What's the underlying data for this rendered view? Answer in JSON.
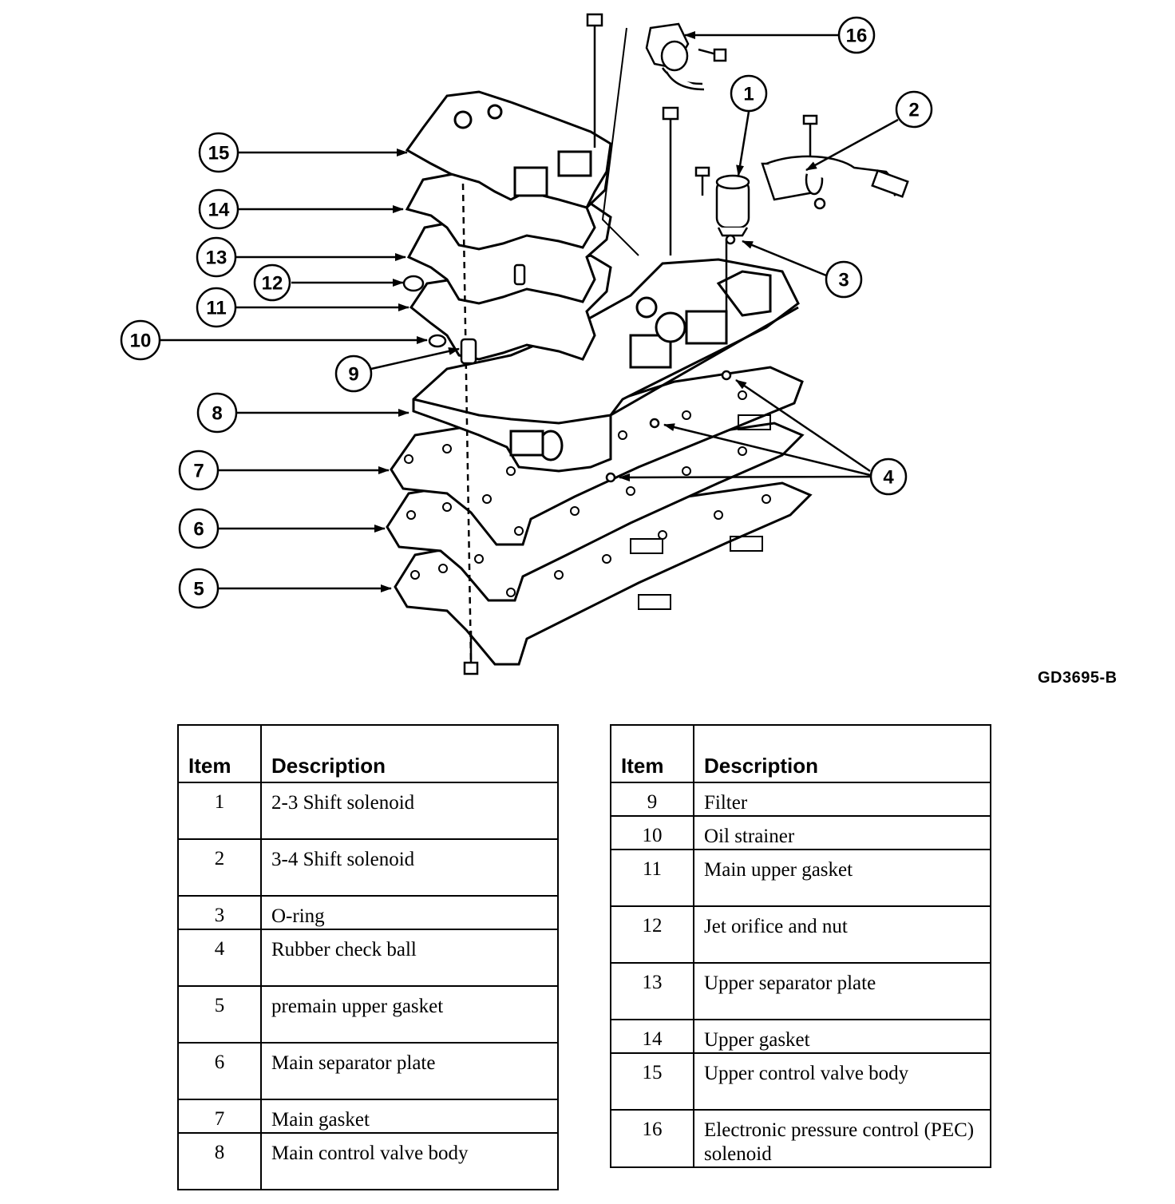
{
  "figure_code": "GD3695-B",
  "callouts": [
    "1",
    "2",
    "3",
    "4",
    "5",
    "6",
    "7",
    "8",
    "9",
    "10",
    "11",
    "12",
    "13",
    "14",
    "15",
    "16"
  ],
  "table_headers": {
    "item": "Item",
    "description": "Description"
  },
  "parts_left": [
    {
      "item": "1",
      "description": "2-3 Shift solenoid"
    },
    {
      "item": "2",
      "description": "3-4 Shift solenoid"
    },
    {
      "item": "3",
      "description": "O-ring"
    },
    {
      "item": "4",
      "description": "Rubber check ball"
    },
    {
      "item": "5",
      "description": "premain upper gasket"
    },
    {
      "item": "6",
      "description": "Main separator plate"
    },
    {
      "item": "7",
      "description": "Main gasket"
    },
    {
      "item": "8",
      "description": "Main control valve body"
    }
  ],
  "parts_right": [
    {
      "item": "9",
      "description": "Filter"
    },
    {
      "item": "10",
      "description": "Oil strainer"
    },
    {
      "item": "11",
      "description": "Main upper gasket"
    },
    {
      "item": "12",
      "description": "Jet orifice and nut"
    },
    {
      "item": "13",
      "description": "Upper separator plate"
    },
    {
      "item": "14",
      "description": "Upper gasket"
    },
    {
      "item": "15",
      "description": "Upper control valve body"
    },
    {
      "item": "16",
      "description": "Electronic pressure control (PEC) solenoid"
    }
  ]
}
